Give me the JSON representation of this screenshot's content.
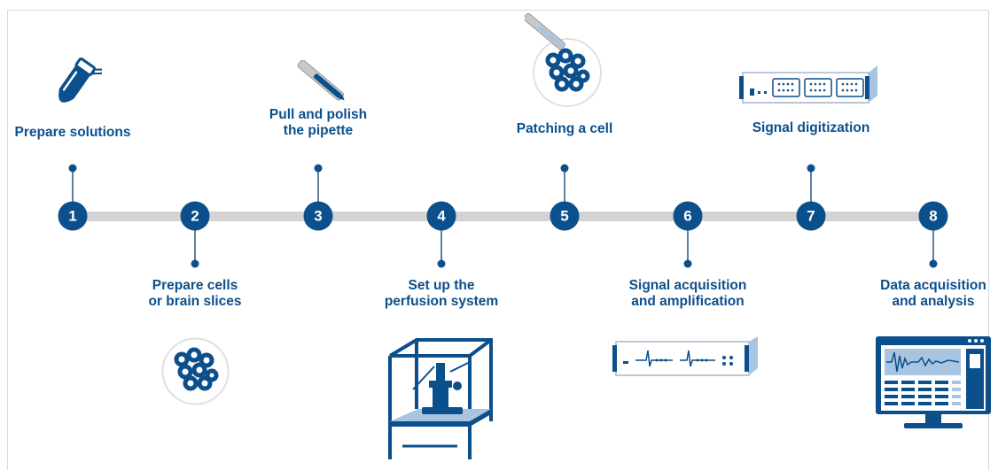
{
  "steps": [
    {
      "number": "1",
      "label_lines": [
        "Prepare solutions"
      ]
    },
    {
      "number": "2",
      "label_lines": [
        "Prepare cells",
        "or brain slices"
      ]
    },
    {
      "number": "3",
      "label_lines": [
        "Pull and polish",
        "the pipette"
      ]
    },
    {
      "number": "4",
      "label_lines": [
        "Set up the",
        "perfusion system"
      ]
    },
    {
      "number": "5",
      "label_lines": [
        "Patching a cell"
      ]
    },
    {
      "number": "6",
      "label_lines": [
        "Signal acquisition",
        "and amplification"
      ]
    },
    {
      "number": "7",
      "label_lines": [
        "Signal digitization"
      ]
    },
    {
      "number": "8",
      "label_lines": [
        "Data acquisition",
        "and analysis"
      ]
    }
  ],
  "colors": {
    "primary": "#0b4f8c",
    "timeline": "#d3d3d3",
    "stem": "#5f7f9f",
    "light_blue": "#a8c4e0"
  },
  "icons": [
    "test-tube-icon",
    "cells-dish-icon",
    "pipette-icon",
    "perfusion-rig-icon",
    "patch-cell-icon",
    "amplifier-icon",
    "digitizer-icon",
    "computer-monitor-icon"
  ]
}
